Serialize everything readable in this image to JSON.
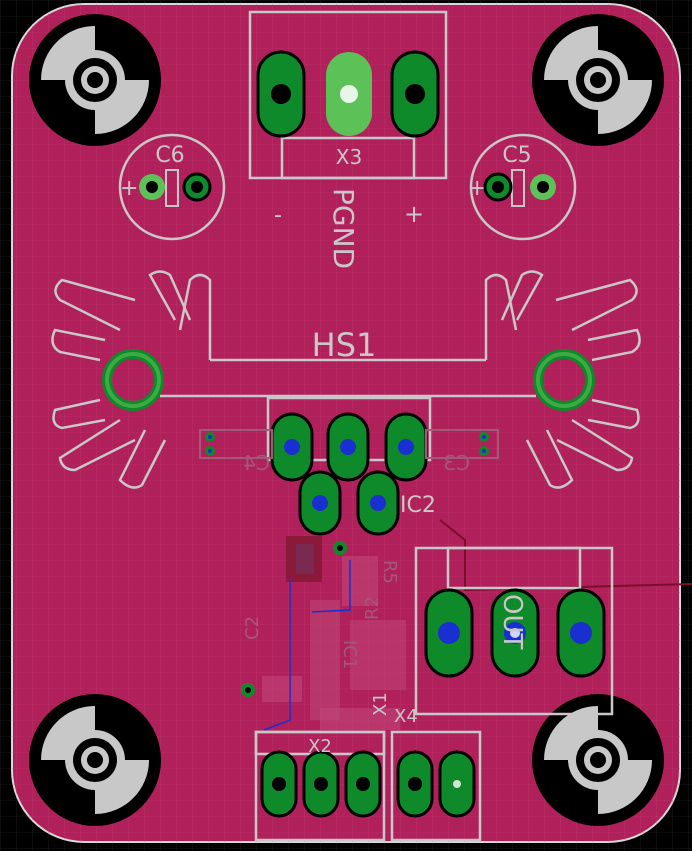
{
  "board": {
    "colors": {
      "background": "#000000",
      "copper": "#b0205a",
      "grid": "#c43a70",
      "silkscreen": "#c8c8c8",
      "pad": "#0f8a2a",
      "pad_highlight": "#5cc257",
      "via_blue": "#1a2fd0",
      "bottom_silk": "#a05a78"
    }
  },
  "labels": {
    "x3": "X3",
    "c6": "C6",
    "c5": "C5",
    "pgnd": "PGND",
    "hs1": "HS1",
    "ic2": "IC2",
    "c4": "C4",
    "c3": "C3",
    "out": "OUT",
    "x1": "X1",
    "x4": "X4",
    "x2": "X2",
    "r5": "R5",
    "r2": "R2",
    "ic1": "IC1",
    "c2": "C2",
    "minus": "-",
    "plus": "+"
  }
}
